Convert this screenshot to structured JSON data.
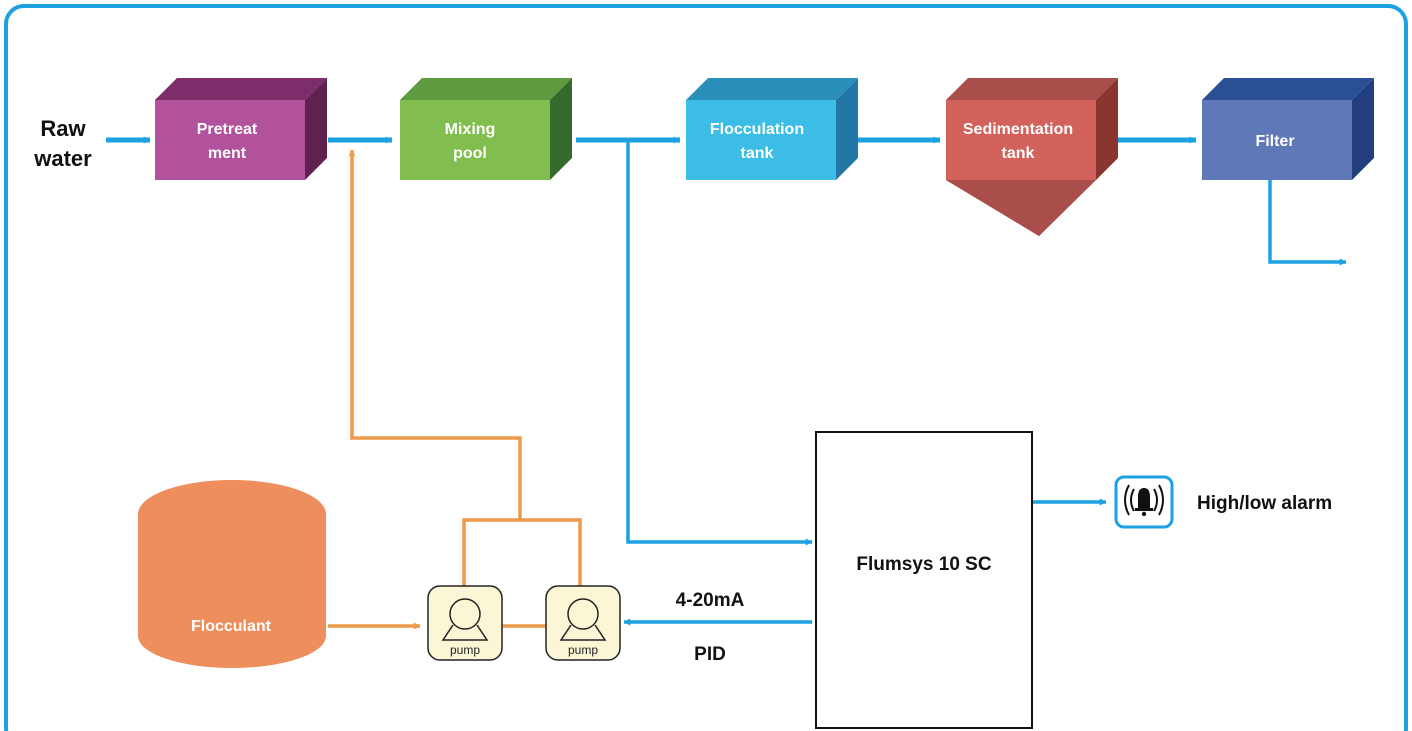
{
  "source": {
    "label_line1": "Raw",
    "label_line2": "water"
  },
  "process_units": [
    {
      "id": "pretreatment",
      "line1": "Pretreat",
      "line2": "ment",
      "front": "#b3529c",
      "top": "#7d2d6a",
      "side": "#5e2150"
    },
    {
      "id": "mixing-pool",
      "line1": "Mixing",
      "line2": "pool",
      "front": "#82bd4f",
      "top": "#5e9a40",
      "side": "#356a2d"
    },
    {
      "id": "flocculation-tank",
      "line1": "Flocculation",
      "line2": "tank",
      "front": "#3bbde5",
      "top": "#2a8fba",
      "side": "#2277a6"
    },
    {
      "id": "sedimentation-tank",
      "line1": "Sedimentation",
      "line2": "tank",
      "front": "#d4625c",
      "top": "#a94e4b",
      "side": "#8a3530"
    },
    {
      "id": "filter",
      "line1": "Filter",
      "line2": "",
      "front": "#5e78b8",
      "top": "#2a4f95",
      "side": "#233f80"
    }
  ],
  "flocculant": {
    "label": "Flocculant",
    "color": "#ee8e5d"
  },
  "pumps": [
    {
      "label": "pump"
    },
    {
      "label": "pump"
    }
  ],
  "controller": {
    "label": "Flumsys 10 SC"
  },
  "signal": {
    "line1": "4-20mA",
    "line2": "PID"
  },
  "alarm": {
    "label": "High/low alarm",
    "icon": "alarm-bell-icon"
  },
  "colors": {
    "water_line": "#1ba1e2",
    "dosing_line": "#ee9a4a",
    "frame": "#1ba1e2",
    "pump_fill": "#fbf7d6"
  }
}
